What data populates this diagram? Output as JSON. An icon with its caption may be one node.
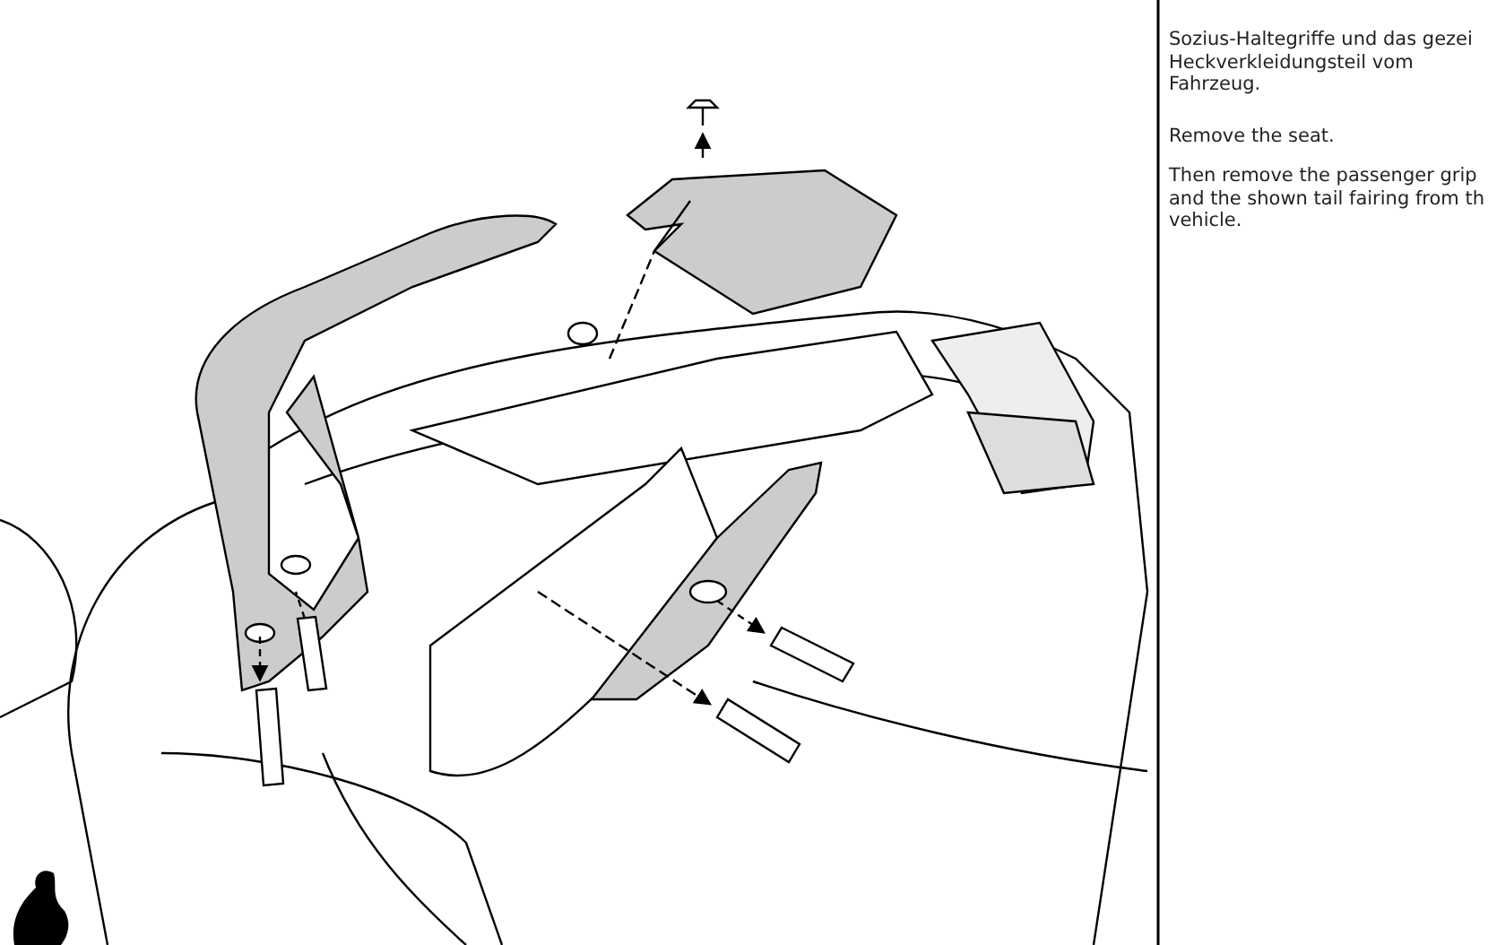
{
  "diagram": {
    "labels": [
      "Sozius-Haltegriffe und das gezei Heckverkleidungsteil vom Fahrzeug.",
      "Remove the seat.",
      "Then remove the passenger grip and the shown tail fairing from th vehicle."
    ]
  }
}
